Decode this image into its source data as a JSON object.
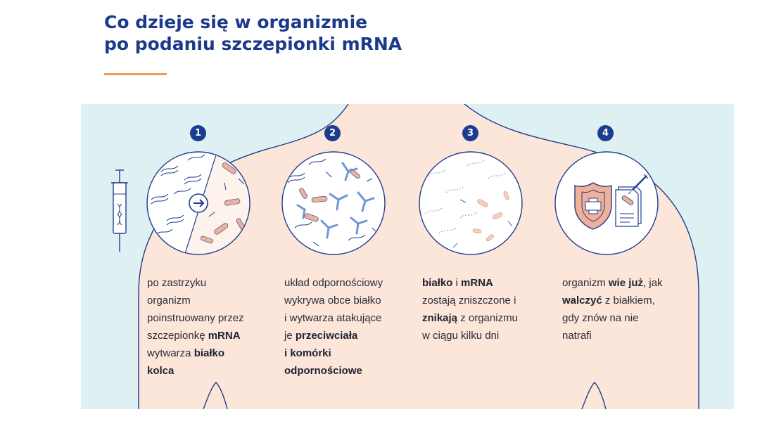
{
  "title": {
    "line1": "Co dzieje się w organizmie",
    "line2": "po podaniu szczepionki mRNA"
  },
  "colors": {
    "title": "#1b3a8c",
    "accent_rule": "#f29a58",
    "panel_background": "#dff0f3",
    "body_fill": "#fce5d9",
    "outline": "#1f3d8f",
    "spike_protein": "#f0b09a",
    "antibody": "#6f97d1"
  },
  "icons": {
    "syringe": "syringe-icon",
    "arrow": "arrow-right-icon",
    "shield": "shield-cross-icon",
    "document": "medical-document-icon"
  },
  "steps": [
    {
      "number": "1",
      "caption": [
        [
          {
            "t": "po zastrzyku"
          }
        ],
        [
          {
            "t": "organizm"
          }
        ],
        [
          {
            "t": "poinstruowany przez"
          }
        ],
        [
          {
            "t": "szczepionkę "
          },
          {
            "t": "mRNA",
            "b": true
          }
        ],
        [
          {
            "t": "wytwarza "
          },
          {
            "t": "białko",
            "b": true
          }
        ],
        [
          {
            "t": "kolca",
            "b": true
          }
        ]
      ]
    },
    {
      "number": "2",
      "caption": [
        [
          {
            "t": "układ odpornościowy"
          }
        ],
        [
          {
            "t": "wykrywa obce białko"
          }
        ],
        [
          {
            "t": "i wytwarza atakujące"
          }
        ],
        [
          {
            "t": "je "
          },
          {
            "t": "przeciwciała",
            "b": true
          }
        ],
        [
          {
            "t": "i komórki",
            "b": true
          }
        ],
        [
          {
            "t": "odpornościowe",
            "b": true
          }
        ]
      ]
    },
    {
      "number": "3",
      "caption": [
        [
          {
            "t": "białko",
            "b": true
          },
          {
            "t": " i "
          },
          {
            "t": "mRNA",
            "b": true
          }
        ],
        [
          {
            "t": "zostają zniszczone i"
          }
        ],
        [
          {
            "t": "znikają",
            "b": true
          },
          {
            "t": " z organizmu"
          }
        ],
        [
          {
            "t": "w ciągu kilku dni"
          }
        ]
      ]
    },
    {
      "number": "4",
      "caption": [
        [
          {
            "t": "organizm "
          },
          {
            "t": "wie już",
            "b": true
          },
          {
            "t": ", jak"
          }
        ],
        [
          {
            "t": "walczyć",
            "b": true
          },
          {
            "t": " z białkiem,"
          }
        ],
        [
          {
            "t": "gdy znów na nie"
          }
        ],
        [
          {
            "t": "natrafi"
          }
        ]
      ]
    }
  ]
}
